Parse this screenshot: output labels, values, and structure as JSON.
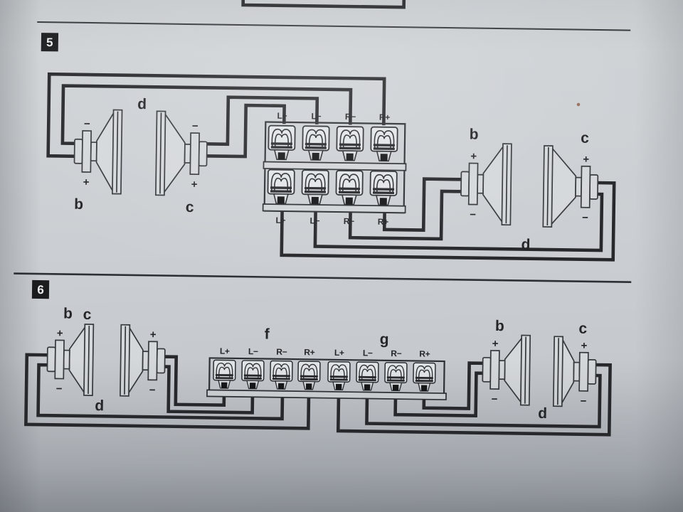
{
  "page": {
    "description": "Speaker wiring diagrams, manual page",
    "paper_color": "#cbcfd3",
    "ink_color": "#26282b"
  },
  "figure5": {
    "number": "5",
    "wire_labels": [
      "d",
      "d"
    ],
    "terminal_block": {
      "top_row": [
        "L+",
        "L−",
        "R−",
        "R+"
      ],
      "bottom_row": [
        "L+",
        "L−",
        "R−",
        "R+"
      ]
    },
    "speakers": [
      {
        "label": "b",
        "top_sign": "−",
        "bottom_sign": "+"
      },
      {
        "label": "c",
        "top_sign": "−",
        "bottom_sign": "+"
      },
      {
        "label": "b",
        "top_sign": "+",
        "bottom_sign": "−"
      },
      {
        "label": "c",
        "top_sign": "+",
        "bottom_sign": "−"
      }
    ]
  },
  "figure6": {
    "number": "6",
    "left_pair_label": [
      "b",
      "c"
    ],
    "wire_labels": [
      "d",
      "d"
    ],
    "terminal_strip": {
      "group_labels": [
        "f",
        "g"
      ],
      "terminals": [
        "L+",
        "L−",
        "R−",
        "R+",
        "L+",
        "L−",
        "R−",
        "R+"
      ]
    },
    "speakers": [
      {
        "label": "",
        "top_sign": "+",
        "bottom_sign": "−"
      },
      {
        "label": "",
        "top_sign": "+",
        "bottom_sign": "−"
      },
      {
        "label": "b",
        "top_sign": "+",
        "bottom_sign": "−"
      },
      {
        "label": "c",
        "top_sign": "+",
        "bottom_sign": "−"
      }
    ]
  }
}
